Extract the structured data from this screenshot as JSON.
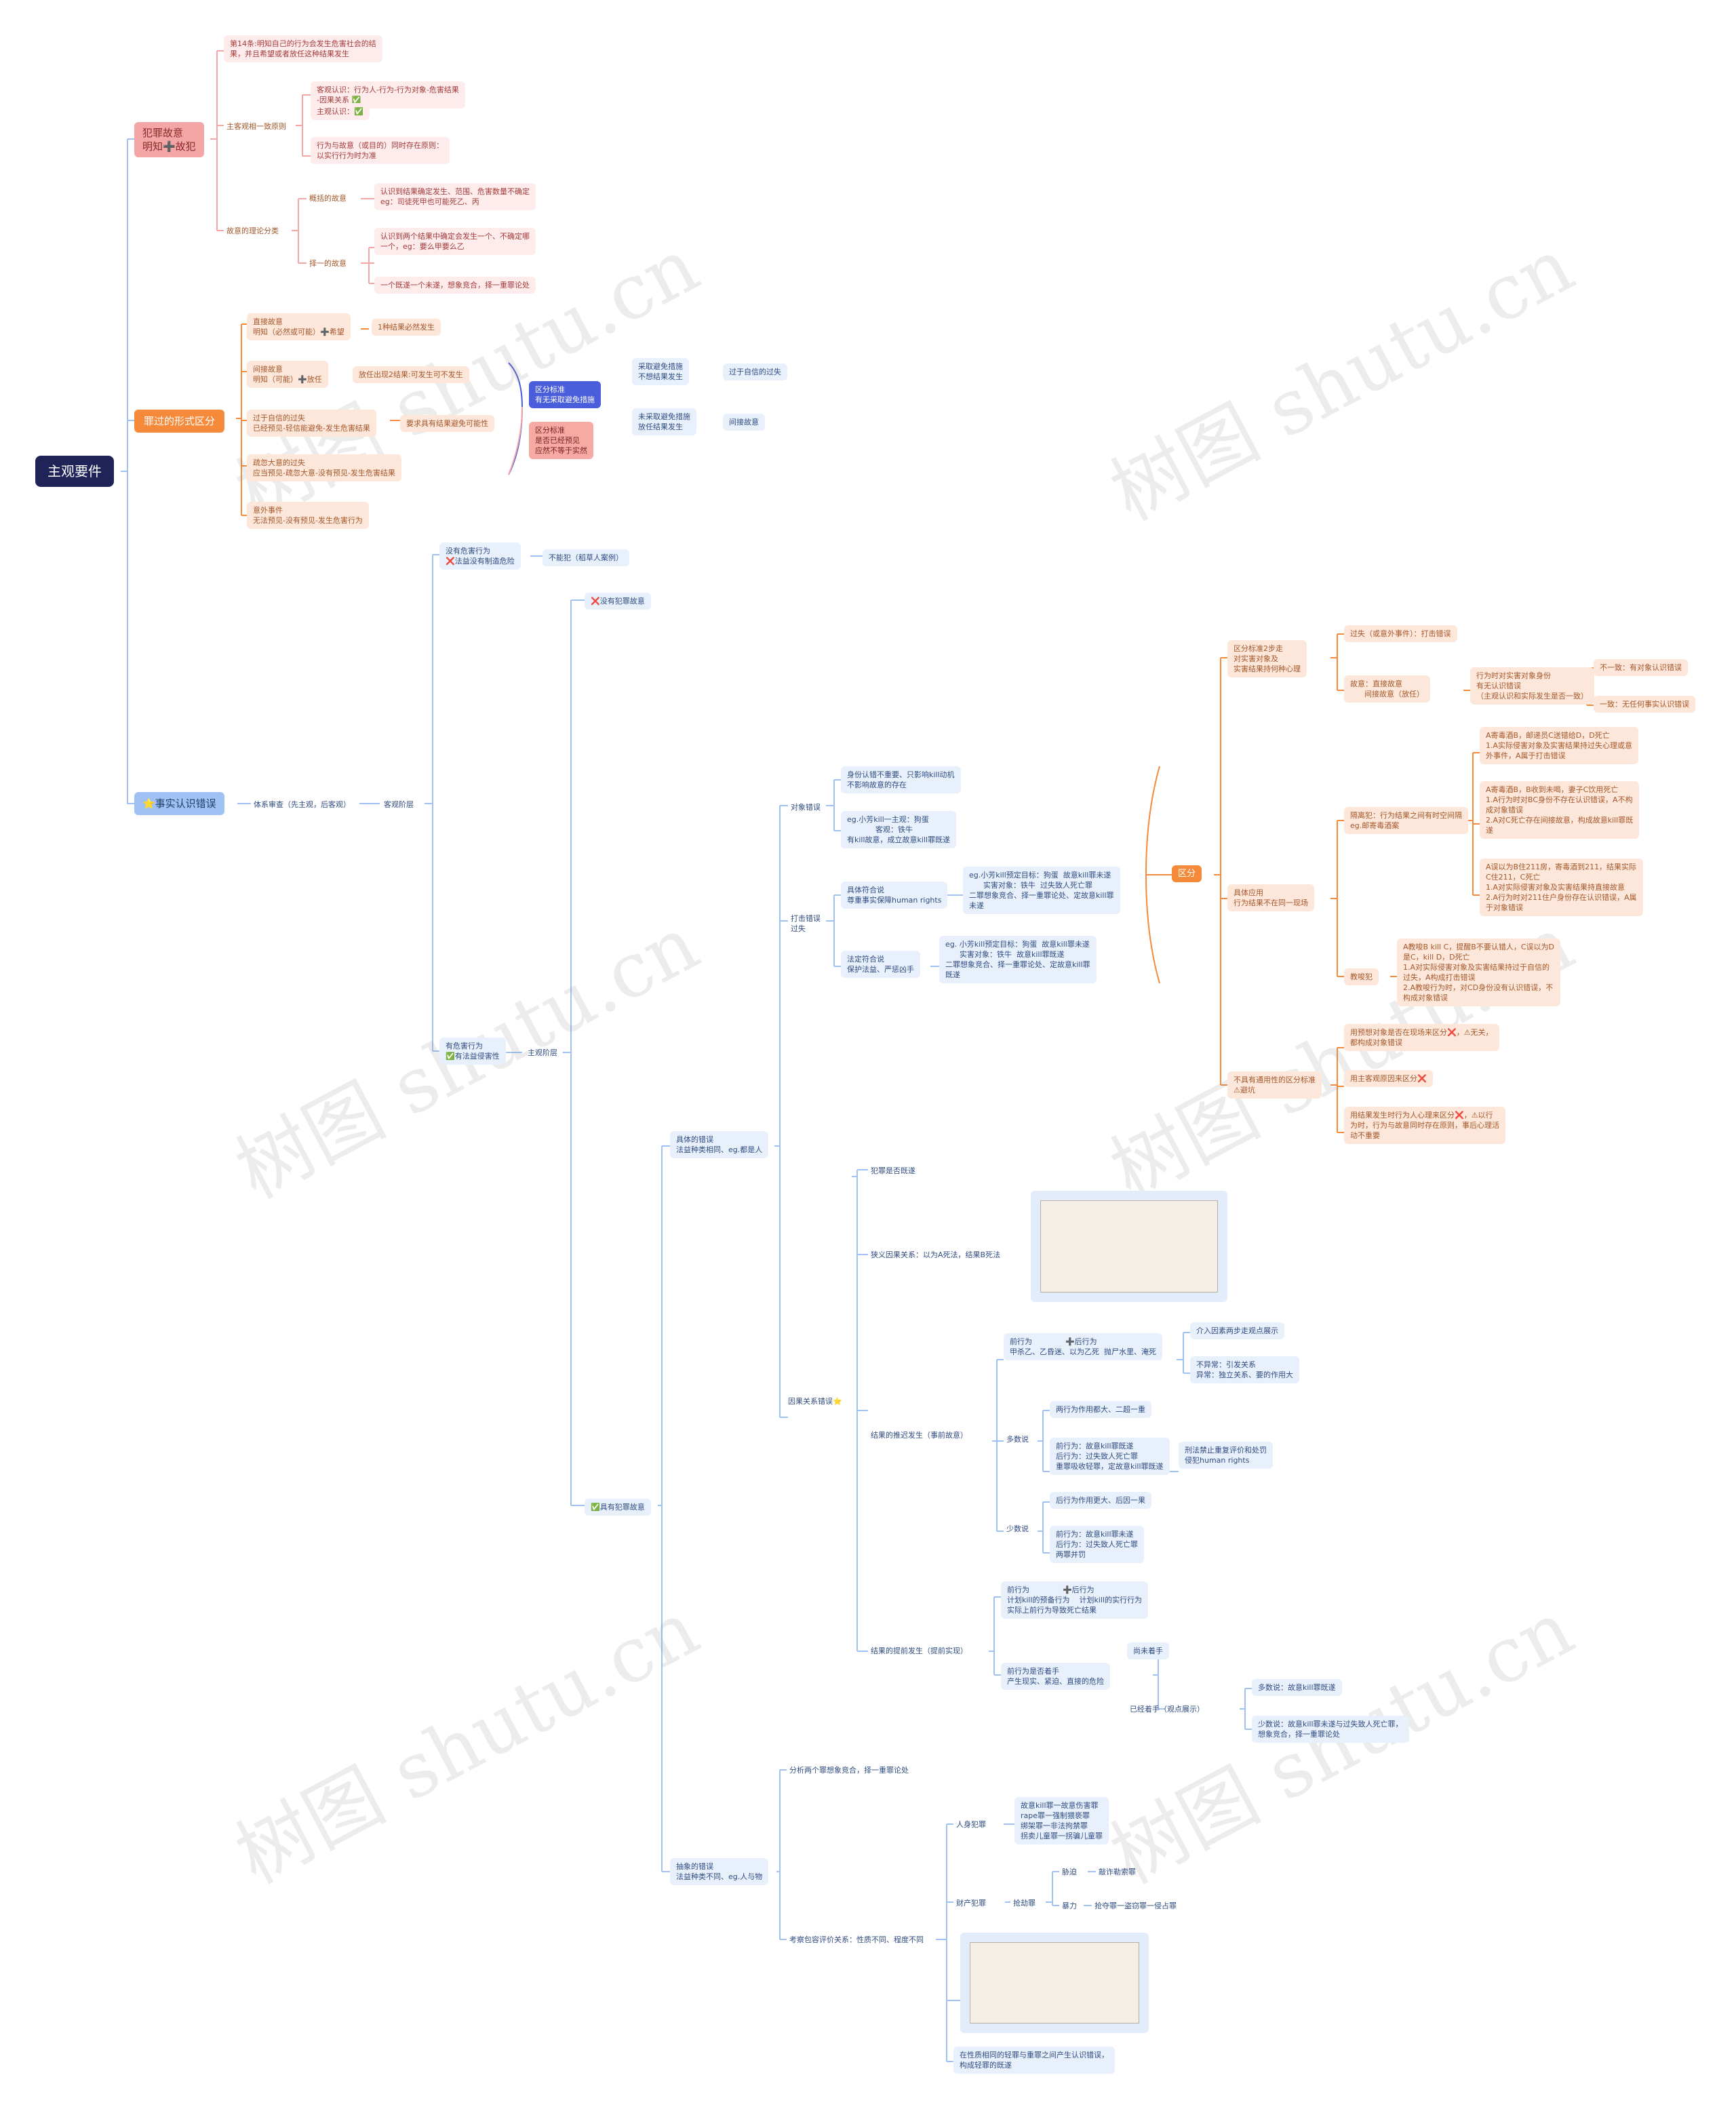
{
  "root": "主观要件",
  "watermark": "树图 shutu.cn",
  "b1": {
    "title": "犯罪故意\n明知➕故犯",
    "art14": "第14条:明知自己的行为会发生危害社会的结\n果，并且希望或者放任这种结果发生",
    "principle": "主客观相一致原则",
    "objective": "客观认识：行为人-行为-行为对象-危害结果\n-因果关系 ✅",
    "subjective": "主观认识：✅",
    "coexist": "行为与故意（或目的）同时存在原则：\n以实行行为时为准",
    "theory": "故意的理论分类",
    "general": "概括的故意",
    "general_d": "认识到结果确定发生、范围、危害数量不确定\neg：司徒死甲也可能死乙、丙",
    "alt": "择一的故意",
    "alt_d1": "认识到两个结果中确定会发生一个、不确定哪\n一个，eg：要么甲要么乙",
    "alt_d2": "一个既遂一个未遂，想象竞合，择一重罪论处"
  },
  "b2": {
    "title": "罪过的形式区分",
    "direct": "直接故意\n明知（必然或可能）➕希望",
    "direct_r": "1种结果必然发生",
    "indirect": "间接故意\n明知（可能）➕放任",
    "indirect_r": "放任出现2结果:可发生可不发生",
    "overconf": "过于自信的过失\n已经预见-轻信能避免-发生危害结果",
    "overconf_r": "要求具有结果避免可能性",
    "negligent": "疏忽大意的过失\n应当预见-疏忽大意-没有预见-发生危害结果",
    "accident": "意外事件\n无法预见-没有预见-发生危害行为",
    "std1": "区分标准\n有无采取避免措施",
    "std2": "区分标准\n是否已经预见\n应然不等于实然",
    "took": "采取避免措施\n不想结果发生",
    "took_r": "过于自信的过失",
    "nottook": "未采取避免措施\n放任结果发生",
    "nottook_r": "间接故意"
  },
  "b3": {
    "title": "⭐事实认识错误",
    "order": "体系审查（先主观，后客观）",
    "obj": "客观阶层",
    "no_harm": "没有危害行为\n❌法益没有制造危险",
    "no_harm_r": "不能犯（稻草人案例）",
    "harm": "有危害行为\n✅有法益侵害性",
    "subj": "主观阶层",
    "no_int": "❌没有犯罪故意",
    "has_int": "✅具有犯罪故意",
    "concrete": "具体的错误\n法益种类相同、eg.都是人",
    "obj_err": "对象错误",
    "obj_err1": "身份认错不重要、只影响kill动机\n不影响故意的存在",
    "obj_err2": "eg.小芳kill一主观：狗蛋\n            客观：铁牛\n有kill故意，成立故意kill罪既遂",
    "hit_err": "打击错误\n过失",
    "concrete_theory": "具体符合说\n尊重事实保障human rights",
    "concrete_eg": "eg.小芳kill预定目标：狗蛋  故意kill罪未遂\n      实害对象：铁牛  过失致人死亡罪\n二罪想象竞合、择一重罪论处、定故意kill罪\n未遂",
    "legal_theory": "法定符合说\n保护法益、严惩凶手",
    "legal_eg": "eg. 小芳kill预定目标：狗蛋  故意kill罪未遂\n      实害对象：铁牛  故意kill罪既遂\n二罪想象竞合、择一重罪论处、定故意kill罪\n既遂",
    "diff": "区分",
    "two_step": "区分标准2步走\n对实害对象及\n实害结果持何种心理",
    "step_r1": "过失（或意外事件）：打击错误",
    "step_r2": "故意：直接故意\n      间接故意（放任）",
    "step_r3": "行为时对实害对象身份\n有无认识错误\n（主观认识和实际发生是否一致）",
    "step_r4": "不一致：有对象认识错误",
    "step_r5": "一致：无任何事实认识错误",
    "apply": "具体应用\n行为结果不在同一现场",
    "remote": "隔离犯：行为结果之间有时空间隔\neg.邮寄毒酒案",
    "remote1": "A寄毒酒B，邮递员C送错给D，D死亡\n1.A实际侵害对象及实害结果持过失心理或意\n外事件，A属于打击错误",
    "remote2": "A寄毒酒B，B收到未喝，妻子C饮用死亡\n1.A行为时对BC身份不存在认识错误，A不构\n成对象错误\n2.A对C死亡存在间接故意，构成故意kill罪既\n遂",
    "remote3": "A误以为B住211房，寄毒酒到211，结果实际\nC住211，C死亡\n1.A对实际侵害对象及实害结果持直接故意\n2.A行为时对211住户身份存在认识错误，A属\n于对象错误",
    "instig": "教唆犯",
    "instig1": "A教唆B kill C，提醒B不要认错人，C误以为D\n是C，kill D，D死亡\n1.A对实际侵害对象及实害结果持过于自信的\n过失，A构成打击错误\n2.A教唆行为时，对CD身份没有认识错误，不\n构成对象错误",
    "notgen": "不具有通用性的区分标准\n⚠避坑",
    "notgen1": "用预想对象是否在现场来区分❌，⚠无关，\n都构成对象错误",
    "notgen2": "用主客观原因来区分❌",
    "notgen3": "用结果发生时行为人心理来区分❌，⚠以行\n为时，行为与故意同时存在原则，事后心理活\n动不重要",
    "causal": "因果关系错误⭐",
    "causal1": "犯罪是否既遂",
    "narrow": "狭义因果关系：以为A死法，结果B死法",
    "delayed": "结果的推迟发生（事前故意）",
    "prev_after": "前行为              ➕后行为\n甲杀乙、乙昏迷、以为乙死  抛尸水里、淹死",
    "inter1": "介入因素两步走观点展示",
    "inter2": "不异常：引发关系\n异常：独立关系、要的作用大",
    "majority": "多数说",
    "maj1": "两行为作用都大、二超一重",
    "maj2": "前行为：故意kill罪既遂\n后行为：过失致人死亡罪\n重罪吸收轻罪，定故意kill罪既遂",
    "maj2_r": "刑法禁止重复评价和处罚\n侵犯human rights",
    "minority": "少数说",
    "min1": "后行为作用更大、后因一果",
    "min2": "前行为：故意kill罪未遂\n后行为：过失致人死亡罪\n两罪并罚",
    "early": "结果的提前发生（提前实现）",
    "early1": "前行为              ➕后行为\n计划kill的预备行为    计划kill的实行行为\n实际上前行为导致死亡结果",
    "early2": "前行为是否着手\n产生现实、紧迫、直接的危险",
    "early_no": "尚未着手",
    "early_yes": "已经着手（观点展示）",
    "early_maj": "多数说：故意kill罪既遂",
    "early_min": "少数说：故意kill罪未遂与过失致人死亡罪，\n想象竞合，择一重罪论处",
    "abstract": "抽象的错误\n法益种类不同、eg.人与物",
    "abs1": "分析两个罪想象竞合，择一重罪论处",
    "abs2": "考察包容评价关系：性质不同、程度不同",
    "person": "人身犯罪",
    "person_r": "故意kill罪一故意伤害罪\nrape罪一强制猥亵罪\n绑架罪一非法拘禁罪\n拐卖儿童罪一拐骗儿童罪",
    "property": "财产犯罪",
    "robbery": "抢劫罪",
    "coerce": "胁迫",
    "coerce_r": "敲诈勒索罪",
    "violence": "暴力",
    "violence_r": "抢夺罪一盗窃罪一侵占罪",
    "last": "在性质相同的轻罪与重罪之间产生认识错误，\n构成轻罪的既遂"
  }
}
